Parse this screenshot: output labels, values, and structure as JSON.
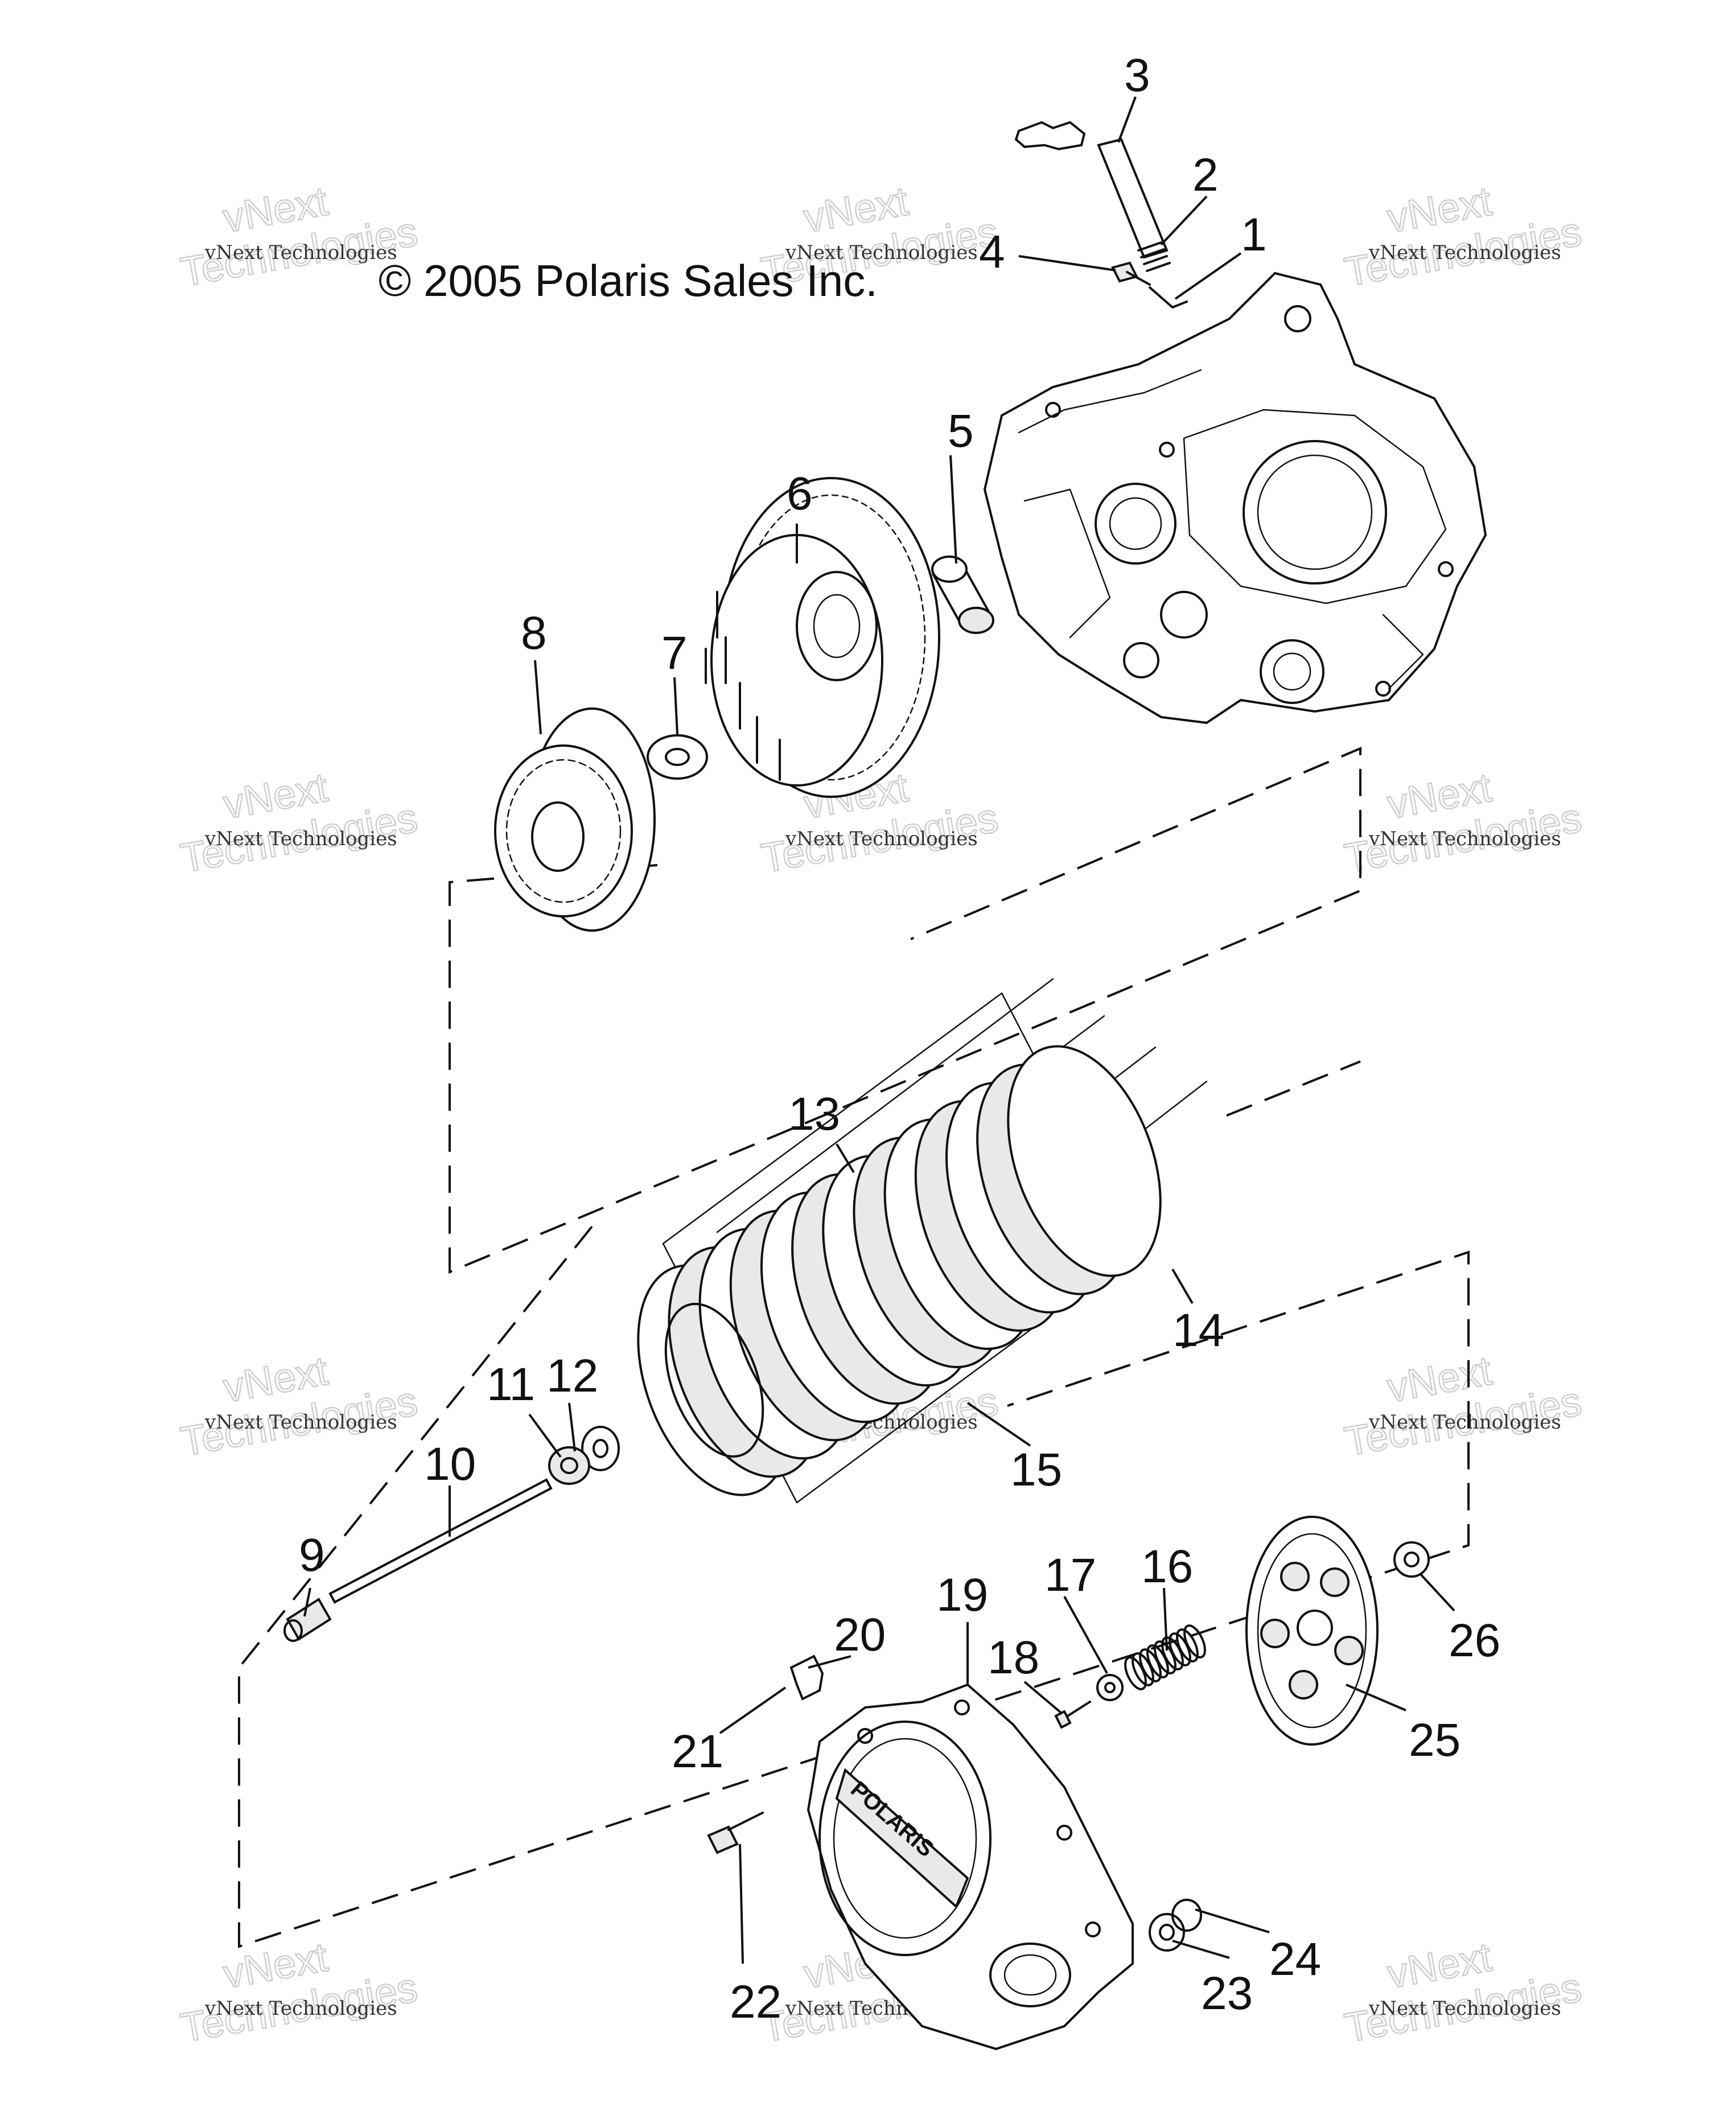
{
  "copyright": "© 2005 Polaris Sales Inc.",
  "watermark": {
    "line1": "vNext Technologies",
    "big": "vNext",
    "big2": "Technologies"
  },
  "cover_logo": "POLARIS",
  "parts": [
    {
      "id": "1",
      "label": "1"
    },
    {
      "id": "2",
      "label": "2"
    },
    {
      "id": "3",
      "label": "3"
    },
    {
      "id": "4",
      "label": "4"
    },
    {
      "id": "5",
      "label": "5"
    },
    {
      "id": "6",
      "label": "6"
    },
    {
      "id": "7",
      "label": "7"
    },
    {
      "id": "8",
      "label": "8"
    },
    {
      "id": "9",
      "label": "9"
    },
    {
      "id": "10",
      "label": "10"
    },
    {
      "id": "11",
      "label": "11"
    },
    {
      "id": "12",
      "label": "12"
    },
    {
      "id": "13",
      "label": "13"
    },
    {
      "id": "14",
      "label": "14"
    },
    {
      "id": "15",
      "label": "15"
    },
    {
      "id": "16",
      "label": "16"
    },
    {
      "id": "17",
      "label": "17"
    },
    {
      "id": "18",
      "label": "18"
    },
    {
      "id": "19",
      "label": "19"
    },
    {
      "id": "20",
      "label": "20"
    },
    {
      "id": "21",
      "label": "21"
    },
    {
      "id": "22",
      "label": "22"
    },
    {
      "id": "23",
      "label": "23"
    },
    {
      "id": "24",
      "label": "24"
    },
    {
      "id": "25",
      "label": "25"
    },
    {
      "id": "26",
      "label": "26"
    }
  ]
}
